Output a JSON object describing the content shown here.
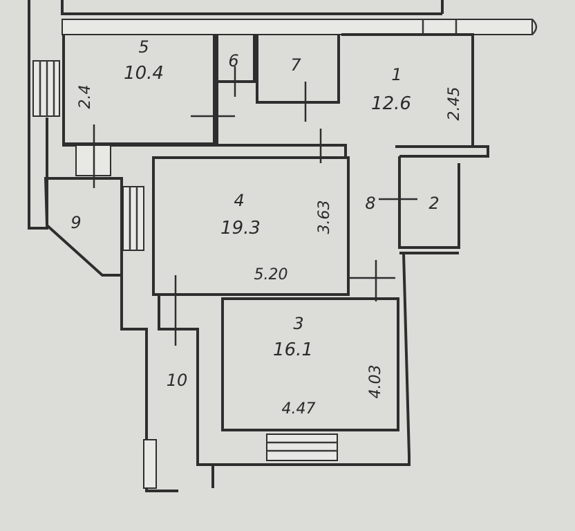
{
  "rooms": {
    "r1": {
      "number": "1",
      "area": "12.6",
      "dim": "2.45"
    },
    "r2": {
      "number": "2"
    },
    "r3": {
      "number": "3",
      "area": "16.1",
      "dim_w": "4.47",
      "dim_h": "4.03"
    },
    "r4": {
      "number": "4",
      "area": "19.3",
      "dim_w": "5.20",
      "dim_h": "3.63"
    },
    "r5": {
      "number": "5",
      "area": "10.4",
      "dim": "2.4"
    },
    "r6": {
      "number": "6"
    },
    "r7": {
      "number": "7"
    },
    "r8": {
      "number": "8"
    },
    "r9": {
      "number": "9"
    },
    "r10": {
      "number": "10"
    }
  },
  "colors": {
    "paper": "#dcdcd8",
    "ink": "#2e2e2e"
  }
}
